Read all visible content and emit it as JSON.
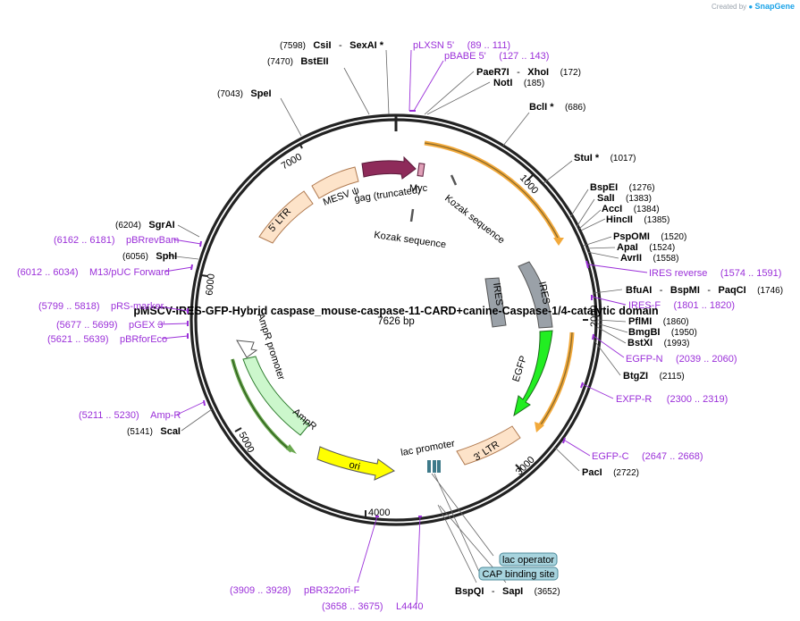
{
  "brand": {
    "created_by": "Created by",
    "name": "SnapGene"
  },
  "plasmid": {
    "name": "pMSCV-IRES-GFP-Hybrid caspase_mouse-caspase-11-CARD+canine-Caspase-1/4-catalytic domain",
    "length": "7626 bp"
  },
  "ticks": [
    "1000",
    "2000",
    "3000",
    "4000",
    "5000",
    "6000",
    "7000"
  ],
  "enzymes": [
    {
      "pos": "(7598)",
      "name": "CsiI",
      "name2": "SexAI *"
    },
    {
      "pos": "(7470)",
      "name": "BstEII"
    },
    {
      "pos": "(7043)",
      "name": "SpeI"
    },
    {
      "name": "PaeR7I",
      "name2": "XhoI",
      "pos": "(172)"
    },
    {
      "name": "NotI",
      "pos": "(185)"
    },
    {
      "name": "BclI *",
      "pos": "(686)"
    },
    {
      "name": "StuI *",
      "pos": "(1017)"
    },
    {
      "name": "BspEI",
      "pos": "(1276)"
    },
    {
      "name": "SalI",
      "pos": "(1383)"
    },
    {
      "name": "AccI",
      "pos": "(1384)"
    },
    {
      "name": "HincII",
      "pos": "(1385)"
    },
    {
      "name": "PspOMI",
      "pos": "(1520)"
    },
    {
      "name": "ApaI",
      "pos": "(1524)"
    },
    {
      "name": "AvrII",
      "pos": "(1558)"
    },
    {
      "name": "BfuAI",
      "name2": "BspMI",
      "name3": "PaqCI",
      "pos": "(1746)"
    },
    {
      "name": "PflMI",
      "pos": "(1860)"
    },
    {
      "name": "BmgBI",
      "pos": "(1950)"
    },
    {
      "name": "BstXI",
      "pos": "(1993)"
    },
    {
      "name": "BtgZI",
      "pos": "(2115)"
    },
    {
      "name": "PacI",
      "pos": "(2722)"
    },
    {
      "name": "BspQI",
      "name2": "SapI",
      "pos": "(3652)"
    },
    {
      "pos": "(5141)",
      "name": "ScaI"
    },
    {
      "pos": "(6056)",
      "name": "SphI"
    },
    {
      "pos": "(6204)",
      "name": "SgrAI"
    }
  ],
  "primers": [
    {
      "name": "pLXSN 5'",
      "range": "(89 .. 111)"
    },
    {
      "name": "pBABE 5'",
      "range": "(127 .. 143)"
    },
    {
      "name": "IRES reverse",
      "range": "(1574 .. 1591)"
    },
    {
      "name": "IRES-F",
      "range": "(1801 .. 1820)"
    },
    {
      "name": "EGFP-N",
      "range": "(2039 .. 2060)"
    },
    {
      "name": "EXFP-R",
      "range": "(2300 .. 2319)"
    },
    {
      "name": "EGFP-C",
      "range": "(2647 .. 2668)"
    },
    {
      "name": "pBR322ori-F",
      "range": "(3909 .. 3928)"
    },
    {
      "name": "L4440",
      "range": "(3658 .. 3675)"
    },
    {
      "name": "Amp-R",
      "range": "(5211 .. 5230)"
    },
    {
      "name": "pBRforEco",
      "range": "(5621 .. 5639)"
    },
    {
      "name": "pGEX 3'",
      "range": "(5677 .. 5699)"
    },
    {
      "name": "pRS-marker",
      "range": "(5799 .. 5818)"
    },
    {
      "name": "M13/pUC Forward",
      "range": "(6012 .. 6034)"
    },
    {
      "name": "pBRrevBam",
      "range": "(6162 .. 6181)"
    }
  ],
  "features": {
    "myc": "Myc",
    "gag": "gag (truncated)",
    "mesv": "MESV ψ",
    "ltr5": "5' LTR",
    "kozak1": "Kozak sequence",
    "kozak2": "Kozak sequence",
    "ires1": "IRES",
    "ires2": "IRES",
    "egfp": "EGFP",
    "ltr3": "3' LTR",
    "ori": "ori",
    "lac_promoter": "lac promoter",
    "ampr": "AmpR",
    "ampr_promoter": "AmpR promoter",
    "lac_operator": "lac operator",
    "cap_site": "CAP binding site"
  },
  "colors": {
    "gag": "#8e2b5a",
    "ltr": "#fde3c9",
    "ires": "#9aa1a8",
    "egfp": "#22ee22",
    "ori": "#ffff00",
    "ampr": "#ccf7cc",
    "primer": "#9b30d9",
    "orange_arc": "#f2a93b",
    "lac_box": "#a8d4de"
  }
}
